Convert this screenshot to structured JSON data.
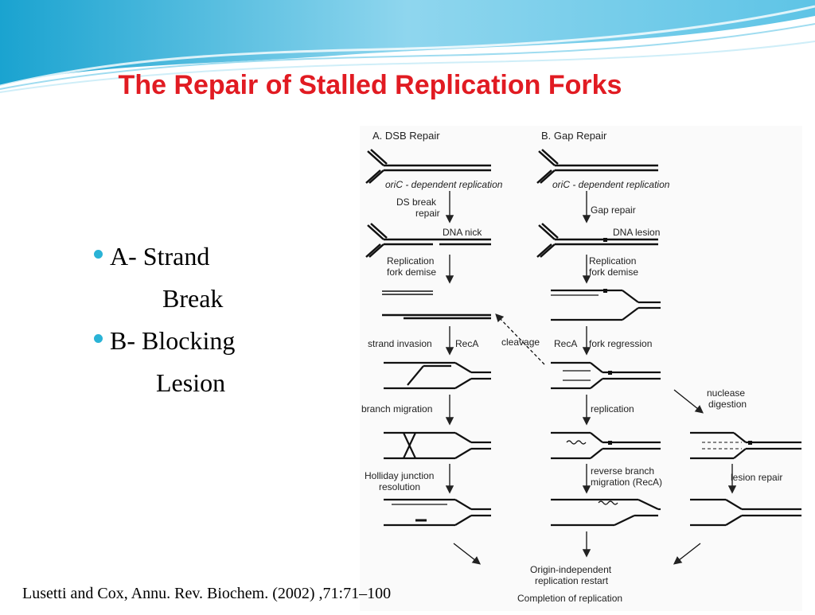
{
  "slide": {
    "title": "The Repair of Stalled Replication Forks",
    "bullets": [
      {
        "lines": [
          "A-  Strand",
          "Break"
        ]
      },
      {
        "lines": [
          "B- Blocking",
          "Lesion"
        ]
      }
    ],
    "citation": "Lusetti and Cox, Annu. Rev. Biochem. (2002) ,71:71–100",
    "colors": {
      "title": "#e11b22",
      "bullet": "#2ab3d6",
      "wave": "#7fd0ea"
    }
  },
  "diagram": {
    "panel_a_title": "A. DSB Repair",
    "panel_b_title": "B. Gap Repair",
    "oric_a": "oriC - dependent replication",
    "oric_b": "oriC - dependent replication",
    "ds_break_repair": [
      "DS break",
      "repair"
    ],
    "gap_repair": "Gap repair",
    "dna_nick": "DNA nick",
    "dna_lesion": "DNA lesion",
    "fork_demise_a": [
      "Replication",
      "fork demise"
    ],
    "fork_demise_b": [
      "Replication",
      "fork demise"
    ],
    "strand_invasion": "strand invasion",
    "reca_a": "RecA",
    "cleavage": "cleavage",
    "reca_b": "RecA",
    "fork_regression": "fork regression",
    "nuclease_digestion": [
      "nuclease",
      "digestion"
    ],
    "branch_migration": "branch migration",
    "replication": "replication",
    "holliday": [
      "Holliday junction",
      "resolution"
    ],
    "reverse_branch": [
      "reverse branch",
      "migration (RecA)"
    ],
    "lesion_repair": "lesion repair",
    "origin_independent": [
      "Origin-independent",
      "replication restart"
    ],
    "completion": "Completion of replication"
  }
}
